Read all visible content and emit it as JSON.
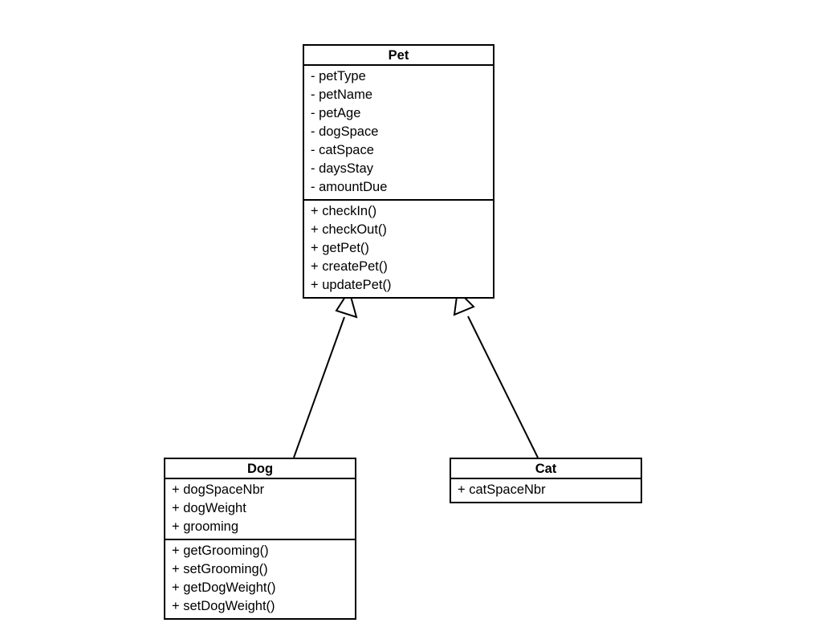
{
  "diagram": {
    "type": "uml-class-diagram",
    "background_color": "#ffffff",
    "stroke_color": "#000000",
    "classes": [
      {
        "id": "pet",
        "name": "Pet",
        "attributes": [
          "- petType",
          "- petName",
          "- petAge",
          "- dogSpace",
          "- catSpace",
          "- daysStay",
          "- amountDue"
        ],
        "methods": [
          "+ checkIn()",
          "+ checkOut()",
          "+ getPet()",
          "+ createPet()",
          "+ updatePet()"
        ]
      },
      {
        "id": "dog",
        "name": "Dog",
        "attributes": [
          "+ dogSpaceNbr",
          "+ dogWeight",
          "+ grooming"
        ],
        "methods": [
          "+ getGrooming()",
          "+ setGrooming()",
          "+ getDogWeight()",
          "+ setDogWeight()"
        ]
      },
      {
        "id": "cat",
        "name": "Cat",
        "attributes": [
          "+ catSpaceNbr"
        ],
        "methods": []
      }
    ],
    "relationships": [
      {
        "id": "dog-extends-pet",
        "kind": "generalization",
        "from": "Dog",
        "to": "Pet",
        "arrowhead": "hollow-triangle"
      },
      {
        "id": "cat-extends-pet",
        "kind": "generalization",
        "from": "Cat",
        "to": "Pet",
        "arrowhead": "hollow-triangle"
      }
    ]
  }
}
